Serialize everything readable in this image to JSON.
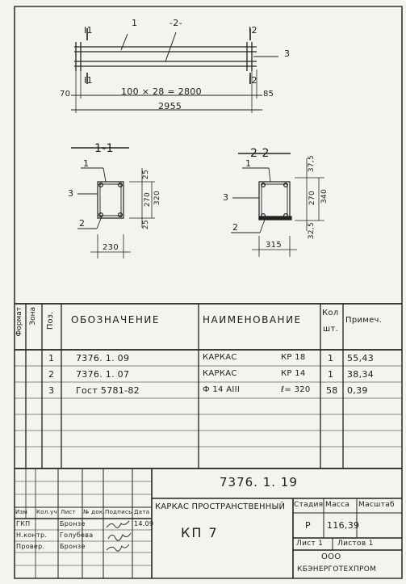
{
  "drawing": {
    "beam": {
      "callout_1": "1",
      "callout_2": "-2-",
      "callout_3": "3",
      "section_mark_1_top": "I1",
      "section_mark_1_bottom": "I1",
      "section_mark_2_top": "I2",
      "section_mark_2_bottom": "I2",
      "dim_left": "70",
      "dim_spacing": "100 × 28 = 2800",
      "dim_right": "85",
      "dim_total": "2955"
    },
    "section_1": {
      "title": "1-1",
      "callout_1": "1",
      "callout_3": "3",
      "callout_2": "2",
      "dim_top": "25",
      "dim_inner": "270",
      "dim_outer": "320",
      "dim_bottom": "25",
      "dim_width": "230"
    },
    "section_2": {
      "title": "2-2",
      "callout_1": "1",
      "callout_3": "3",
      "callout_2": "2",
      "dim_top": "37,5",
      "dim_inner": "270",
      "dim_outer": "340",
      "dim_bottom": "32,5",
      "dim_width": "315"
    }
  },
  "spec_table": {
    "headers": {
      "format": "Формат",
      "zone": "Зона",
      "pos": "Поз.",
      "designation": "Обозначение",
      "name": "Наименование",
      "qty_top": "Кол",
      "qty_bottom": "шт.",
      "note": "Примеч."
    },
    "rows": [
      {
        "pos": "1",
        "designation": "7376. 1. 09",
        "name": "Каркас",
        "mark": "КР 18",
        "qty": "1",
        "note": "55,43"
      },
      {
        "pos": "2",
        "designation": "7376. 1. 07",
        "name": "Каркас",
        "mark": "КР 14",
        "qty": "1",
        "note": "38,34"
      },
      {
        "pos": "3",
        "designation": "Гост 5781-82",
        "name": "Ф 14 АIII",
        "mark": "ℓ= 320",
        "qty": "58",
        "note": "0,39"
      }
    ]
  },
  "title_block": {
    "doc_number": "7376. 1. 19",
    "product_title": "Каркас пространственный",
    "product_code": "КП 7",
    "stage_label": "Стадия",
    "mass_label": "Масса",
    "scale_label": "Масштаб",
    "stage_value": "Р",
    "mass_value": "116,39",
    "sheet": "Лист 1",
    "sheets": "Листов 1",
    "org_line1": "ООО",
    "org_line2": "КБЭнерготехпром",
    "change_headers": [
      "Изм",
      "Кол.уч",
      "Лист",
      "№ док.",
      "Подпись",
      "Дата"
    ],
    "signers": [
      {
        "role": "ГКП",
        "name": "Бронзе",
        "sign": "Бр",
        "date": "14.09"
      },
      {
        "role": "Н.контр.",
        "name": "Голубева",
        "sign": "Гол",
        "date": ""
      },
      {
        "role": "Провер.",
        "name": "Бронзе",
        "sign": "Бр",
        "date": ""
      }
    ]
  }
}
